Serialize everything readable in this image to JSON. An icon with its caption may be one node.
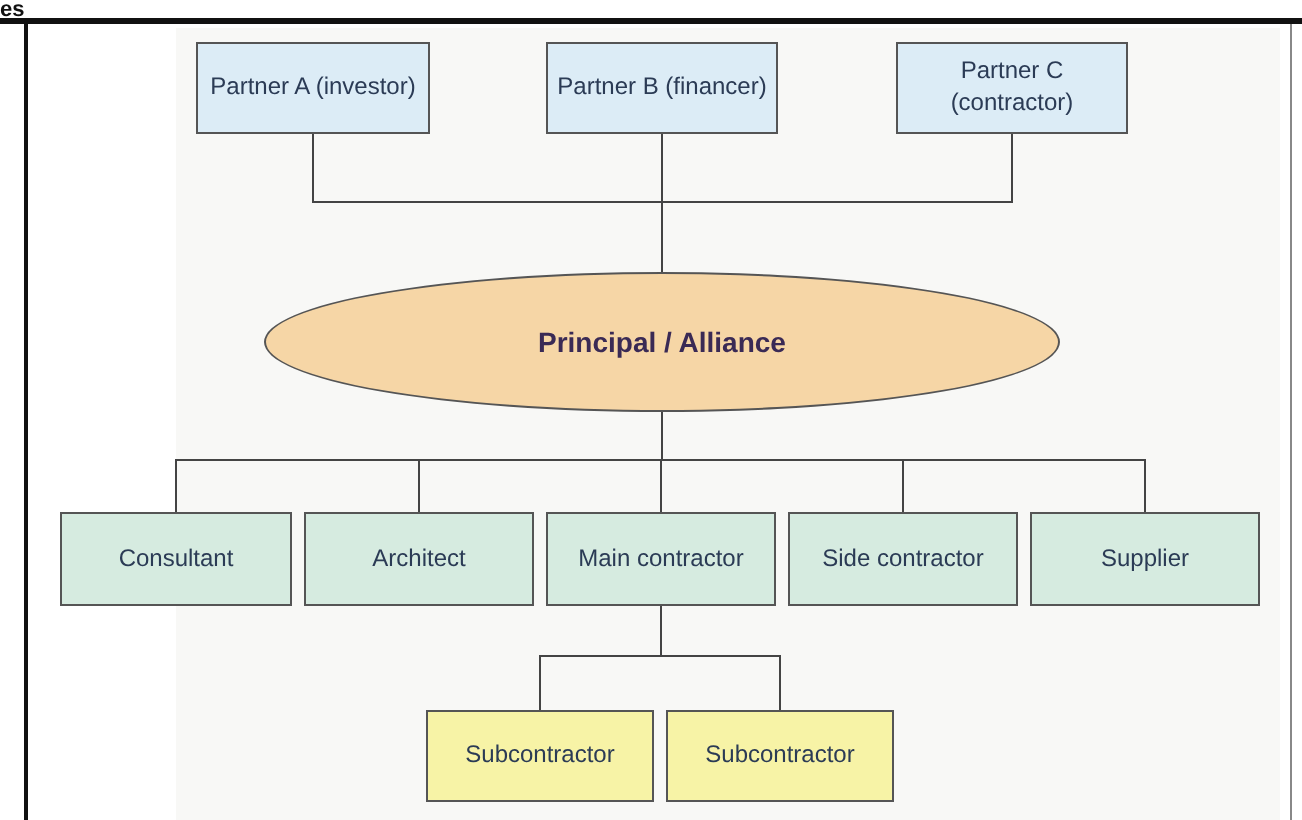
{
  "diagram": {
    "nodes": [
      {
        "text": [
          "Partner A (investor)"
        ]
      },
      {
        "text": [
          "Partner B (financer)"
        ]
      },
      {
        "text": [
          "Partner C (contractor)"
        ]
      },
      {
        "text": [
          "Principal / Alliance"
        ]
      },
      {
        "text": [
          "Consultant"
        ]
      },
      {
        "text": [
          "Architect"
        ]
      },
      {
        "text": [
          "Main contractor"
        ]
      },
      {
        "text": [
          "Side contractor"
        ]
      },
      {
        "text": [
          "Supplier"
        ]
      },
      {
        "text": [
          "Subcontractor"
        ]
      },
      {
        "text": [
          "Subcontractor"
        ]
      }
    ],
    "edges": [
      {
        "from": 0,
        "to": 3,
        "arrow": "none"
      },
      {
        "from": 1,
        "to": 3,
        "arrow": "none"
      },
      {
        "from": 2,
        "to": 3,
        "arrow": "none"
      },
      {
        "from": 3,
        "to": 4,
        "arrow": "none"
      },
      {
        "from": 3,
        "to": 5,
        "arrow": "none"
      },
      {
        "from": 3,
        "to": 6,
        "arrow": "none"
      },
      {
        "from": 3,
        "to": 7,
        "arrow": "none"
      },
      {
        "from": 3,
        "to": 8,
        "arrow": "none"
      },
      {
        "from": 6,
        "to": 9,
        "arrow": "none"
      },
      {
        "from": 6,
        "to": 10,
        "arrow": "none"
      }
    ],
    "labels": [
      "es"
    ]
  }
}
